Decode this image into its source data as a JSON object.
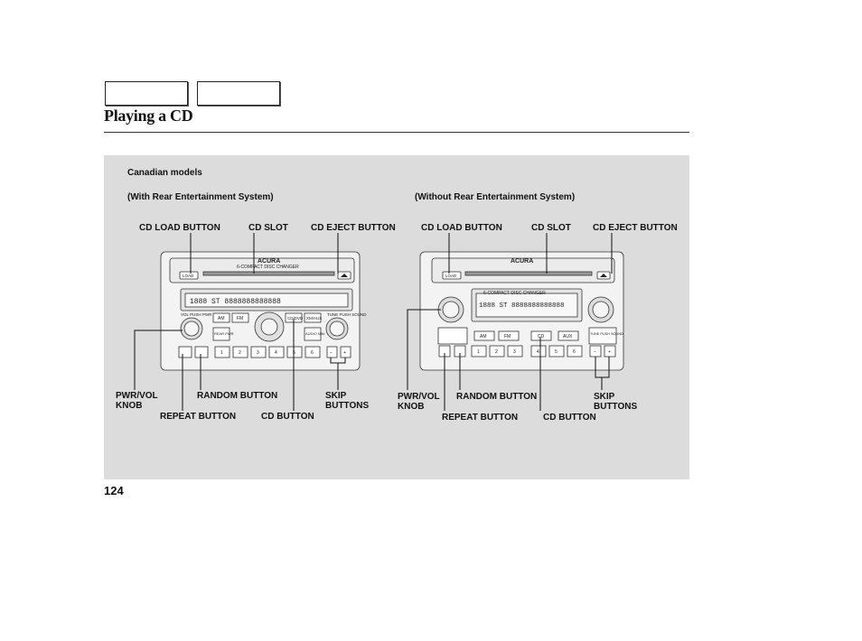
{
  "page": {
    "title": "Playing a CD",
    "page_number": "124",
    "canadian_models": "Canadian models",
    "left_caption": "(With Rear Entertainment System)",
    "right_caption": "(Without Rear Entertainment System)"
  },
  "labels": {
    "cd_load_button": "CD LOAD BUTTON",
    "cd_slot": "CD SLOT",
    "cd_eject_button": "CD EJECT BUTTON",
    "pwr_vol_knob": "PWR/VOL\nKNOB",
    "random_button": "RANDOM BUTTON",
    "repeat_button": "REPEAT BUTTON",
    "cd_button": "CD BUTTON",
    "skip_buttons": "SKIP\nBUTTONS"
  },
  "unit_left": {
    "brand": "ACURA",
    "changer": "6-COMPACT DISC CHANGER",
    "load": "LOAD",
    "display": "1888 ST 8888888888888",
    "knob_label": "VOL PUSH PWR",
    "tune_label": "TUNE PUSH SOUND",
    "am": "AM",
    "fm": "FM",
    "cd_dvd": "CD/DVD",
    "xm_aux": "XM/AUX",
    "rear_pwr": "REAR PWR",
    "audio_nav": "AUDIO NAV",
    "presets": [
      "1",
      "2",
      "3",
      "4",
      "5",
      "6"
    ]
  },
  "unit_right": {
    "brand": "ACURA",
    "changer": "6-COMPACT DISC CHANGER",
    "load": "LOAD",
    "display": "1888 ST 8888888888888",
    "am": "AM",
    "fm": "FM",
    "cd": "CD",
    "aux": "AUX",
    "tune_label": "TUNE PUSH SOUND",
    "presets": [
      "1",
      "2",
      "3",
      "4",
      "5",
      "6"
    ]
  }
}
